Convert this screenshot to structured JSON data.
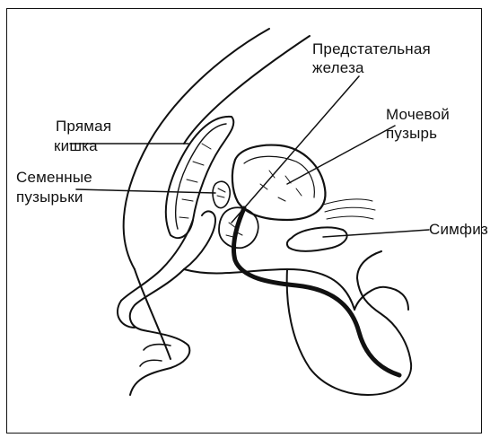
{
  "labels": {
    "prostate": [
      "Предстательная",
      "железа"
    ],
    "bladder": [
      "Мочевой",
      "пузырь"
    ],
    "rectum": [
      "Прямая",
      "кишка"
    ],
    "seminal": [
      "Семенные",
      "пузырьки"
    ],
    "symphysis": "Симфиз"
  }
}
